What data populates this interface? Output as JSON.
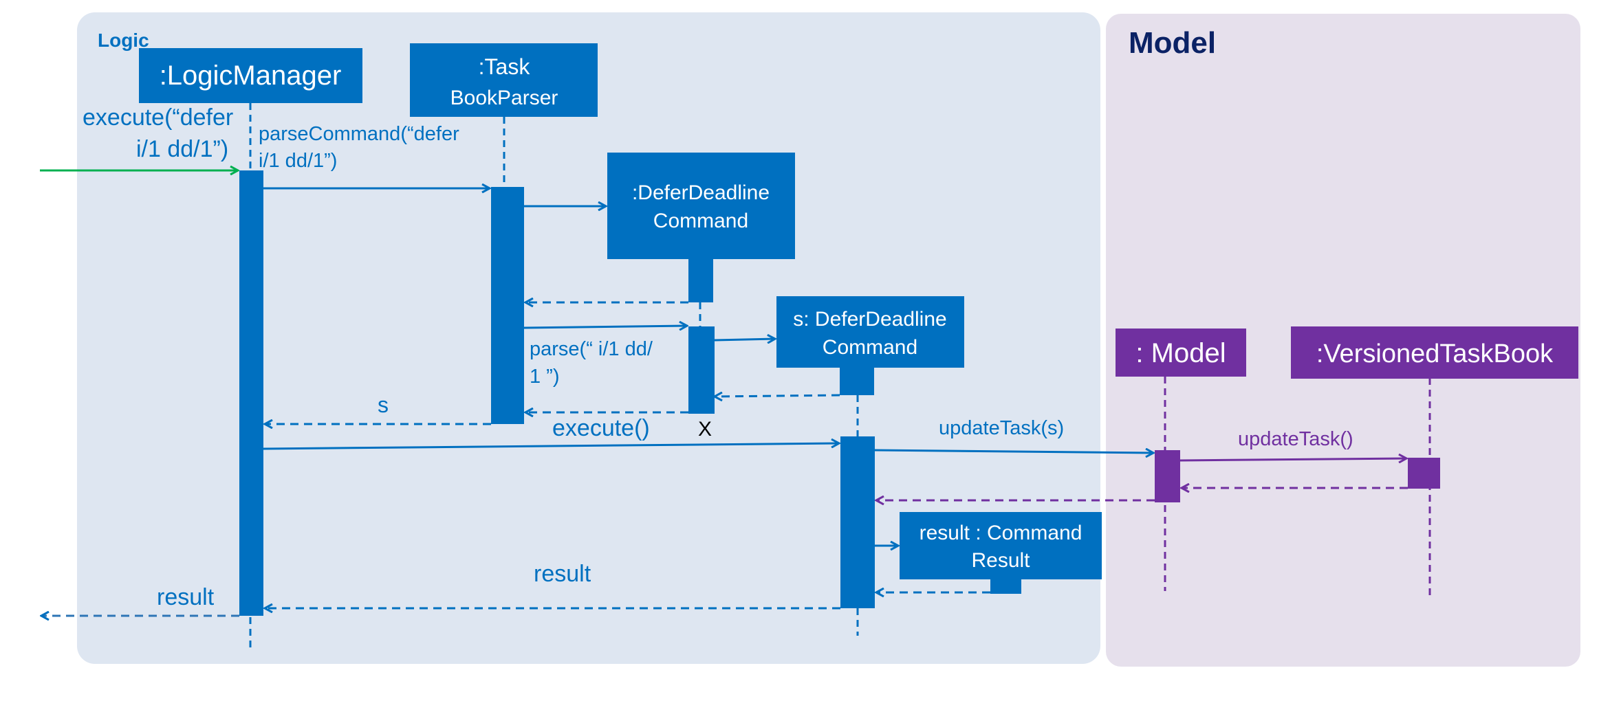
{
  "frames": {
    "logic": "Logic",
    "model": "Model"
  },
  "lifelines": {
    "logic_manager": ":LogicManager",
    "parser_line1": ":Task",
    "parser_line2": "BookParser",
    "defer_cmd_line1": ":DeferDeadline",
    "defer_cmd_line2": "Command",
    "s_cmd_line1": "s: DeferDeadline",
    "s_cmd_line2": "Command",
    "model": ": Model",
    "versioned": ":VersionedTaskBook",
    "result_line1": "result : Command",
    "result_line2": "Result"
  },
  "messages": {
    "execute_line1": "execute(“defer",
    "execute_line2": "i/1 dd/1”)",
    "parse_command_line1": "parseCommand(“defer",
    "parse_command_line2": "i/1 dd/1”)",
    "parse_line1": "parse(“ i/1 dd/",
    "parse_line2": "1 ”)",
    "return_s": "s",
    "execute_call": "execute()",
    "destroy_mark": "X",
    "update_task_s": "updateTask(s)",
    "update_task": "updateTask()",
    "result_inner": "result",
    "result_outer": "result"
  },
  "colors": {
    "logic_bg": "#DEE6F1",
    "model_bg": "#E6E0EC",
    "blue": "#0070C0",
    "purple": "#7030A0",
    "green": "#00B050",
    "dark_title": "#0B2265"
  }
}
